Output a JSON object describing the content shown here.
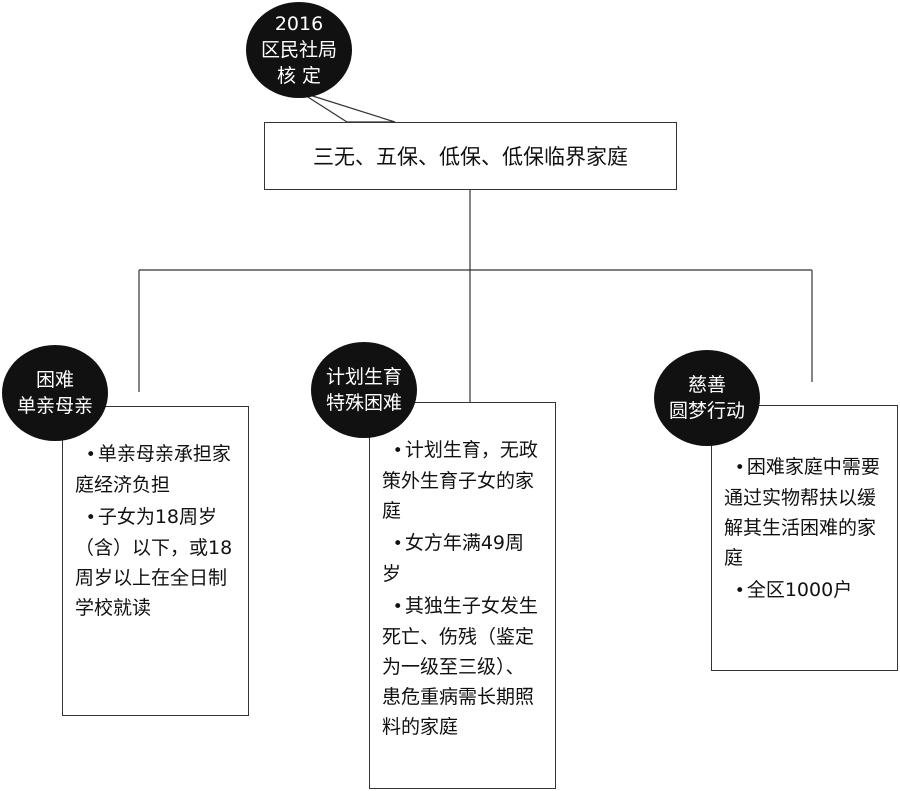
{
  "top_node": {
    "badge_lines": [
      "2016",
      "区民社局",
      "核 定"
    ],
    "label": "三无、五保、低保、低保临界家庭"
  },
  "branches": [
    {
      "title_lines": [
        "困难",
        "单亲母亲"
      ],
      "items": [
        "单亲母亲承担家庭经济负担",
        "子女为18周岁（含）以下，或18周岁以上在全日制学校就读"
      ]
    },
    {
      "title_lines": [
        "计划生育",
        "特殊困难"
      ],
      "items": [
        "计划生育，无政策外生育子女的家庭",
        "女方年满49周岁",
        "其独生子女发生死亡、伤残（鉴定为一级至三级）、患危重病需长期照料的家庭"
      ]
    },
    {
      "title_lines": [
        "慈善",
        "圆梦行动"
      ],
      "items": [
        "困难家庭中需要通过实物帮扶以缓解其生活困难的家庭",
        "全区1000户"
      ]
    }
  ],
  "style": {
    "line_color": "#333333",
    "circle_color": "#111111"
  }
}
